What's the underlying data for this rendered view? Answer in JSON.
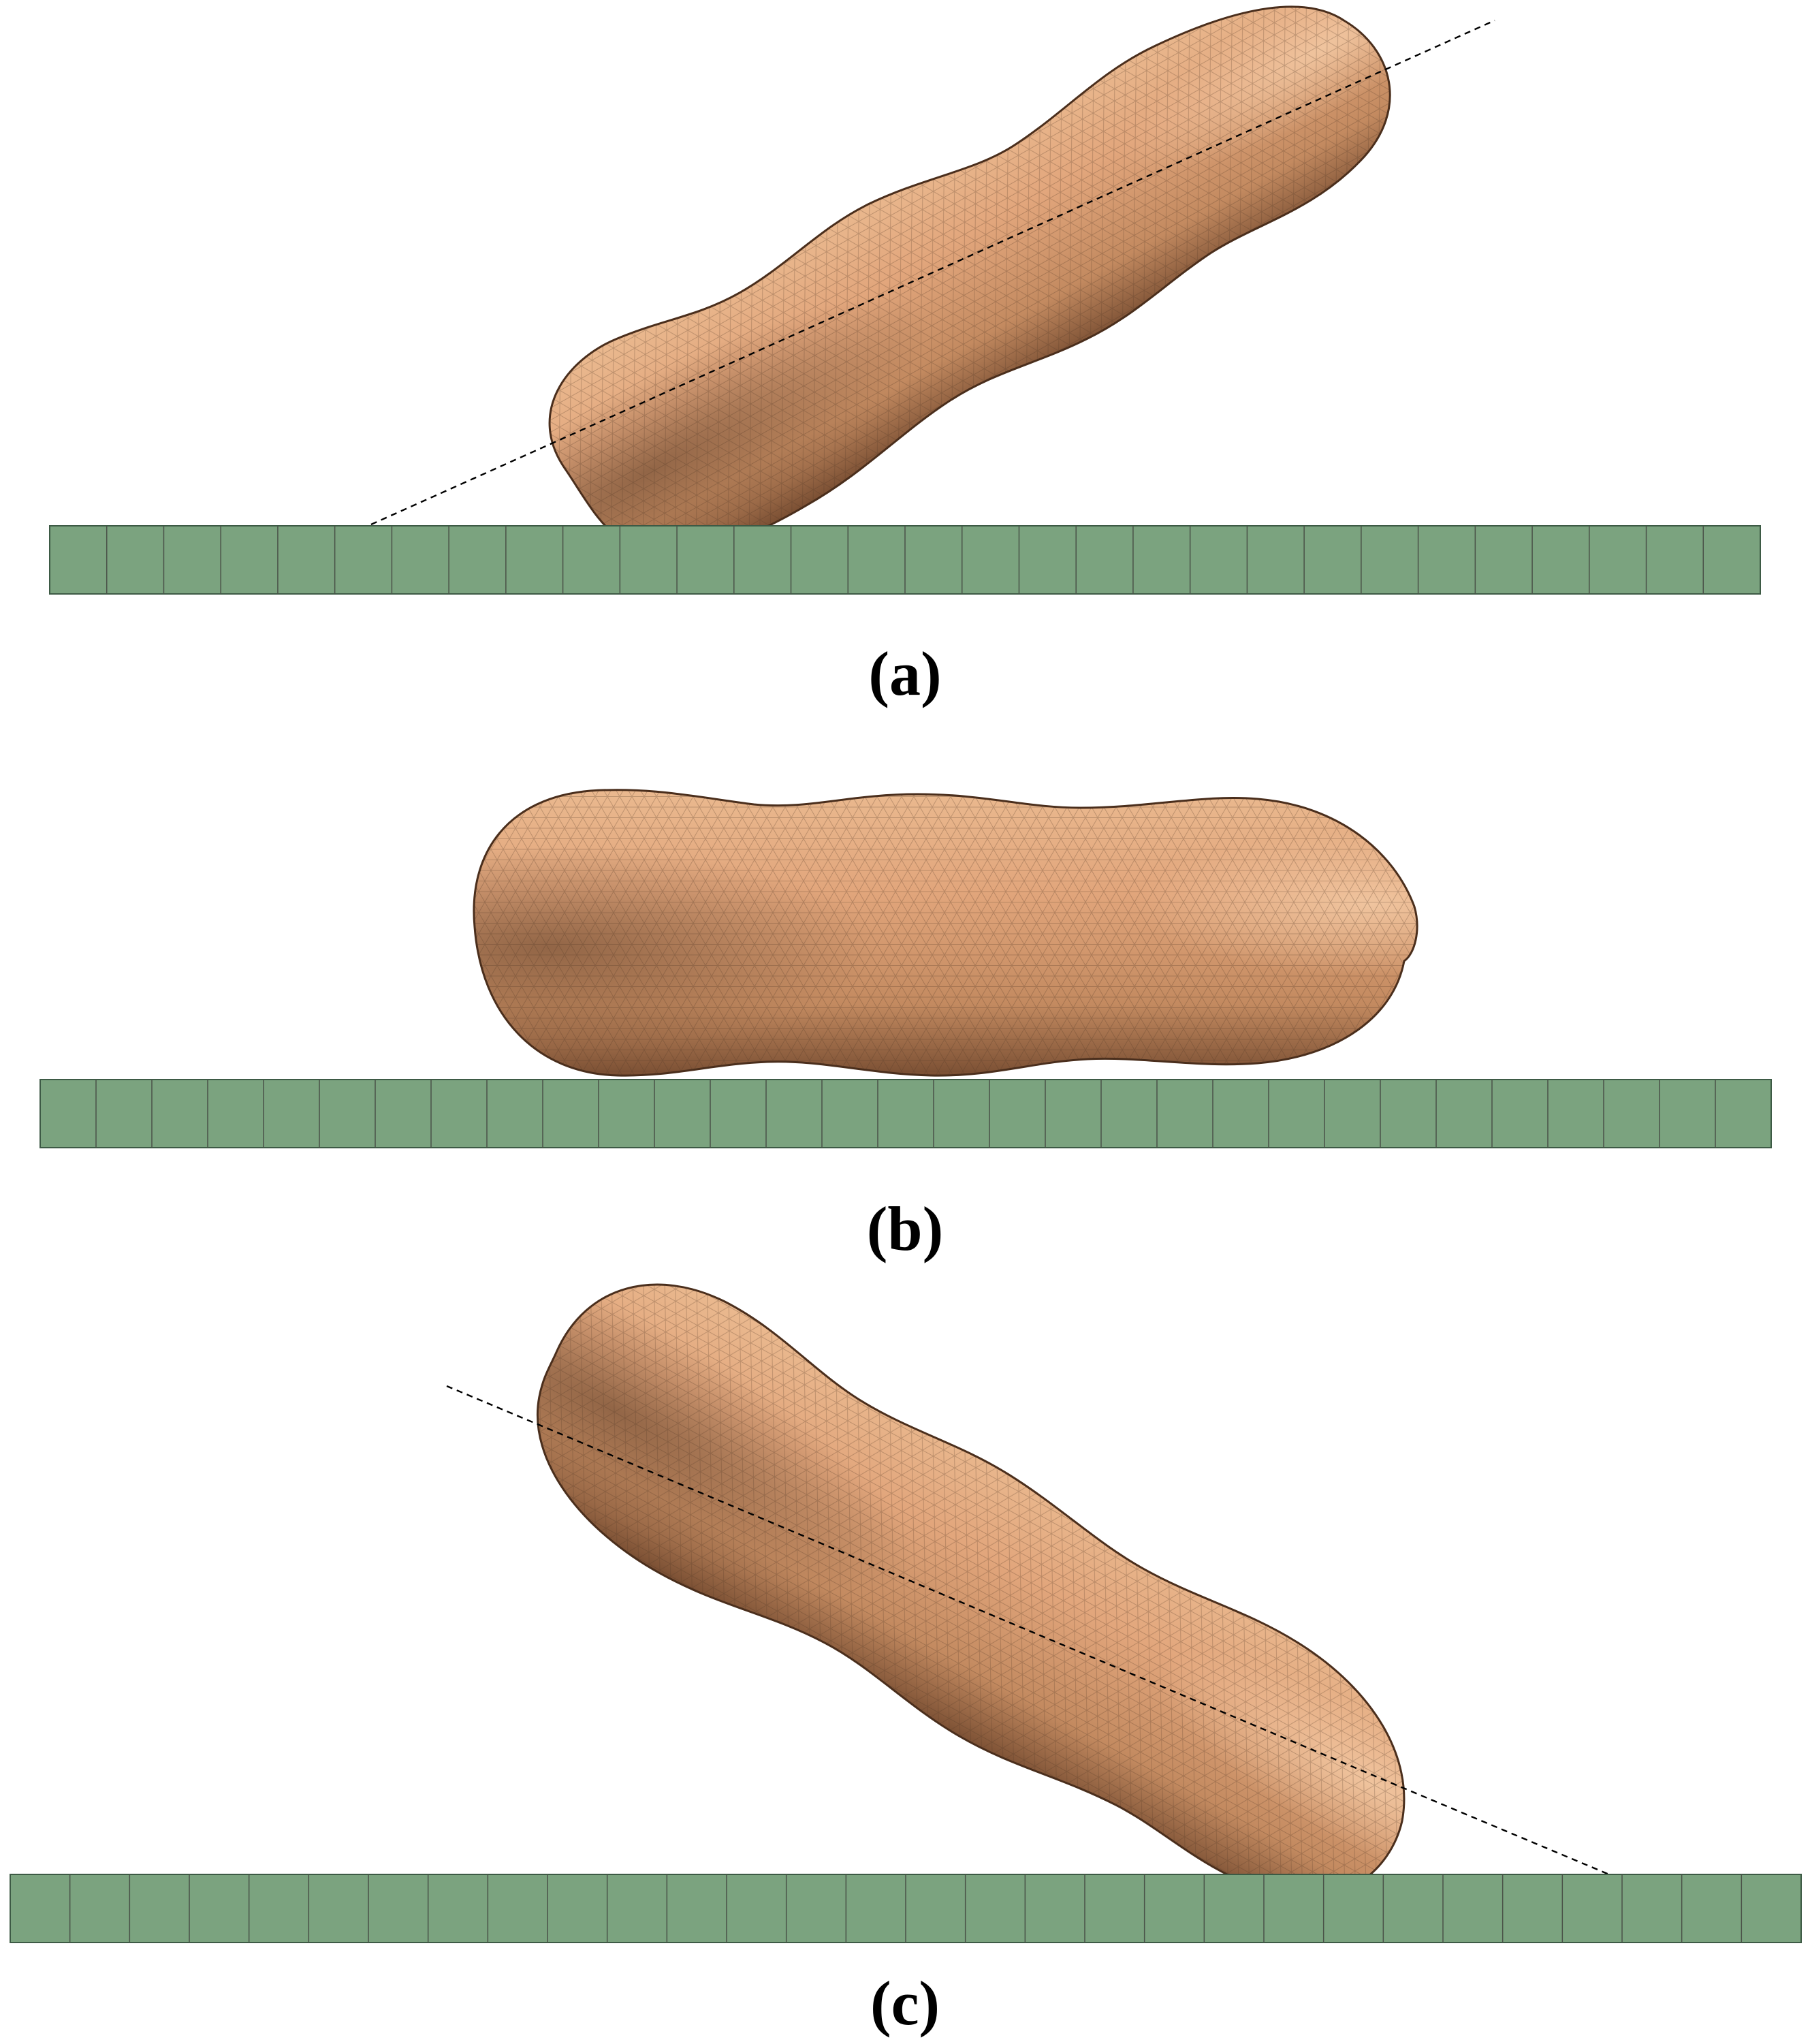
{
  "colors": {
    "body": "#e3a67b",
    "body_shadow": "#8a5a3a",
    "body_highlight": "#f4c8a0",
    "substrate": "#7ba37f",
    "substrate_line": "#3d5a45",
    "axis": "#000000"
  },
  "panels": [
    {
      "id": "a",
      "label": "(a)",
      "orientation": "tilted-up-right",
      "has_axis_line": true,
      "tile_count": 30
    },
    {
      "id": "b",
      "label": "(b)",
      "orientation": "horizontal",
      "has_axis_line": false,
      "tile_count": 31
    },
    {
      "id": "c",
      "label": "(c)",
      "orientation": "tilted-down-right",
      "has_axis_line": true,
      "tile_count": 30
    }
  ]
}
